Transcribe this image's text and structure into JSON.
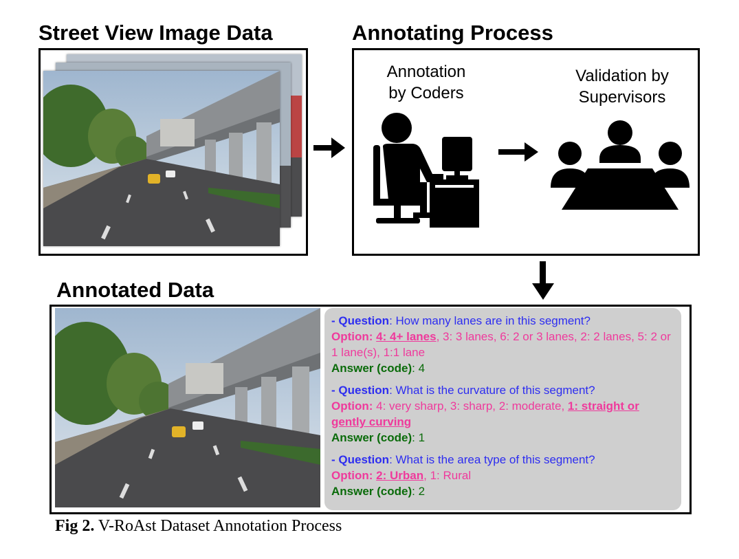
{
  "titles": {
    "street_view": "Street View Image Data",
    "annotating": "Annotating Process",
    "annotated": "Annotated Data"
  },
  "process": {
    "coders_label_line1": "Annotation",
    "coders_label_line2": "by Coders",
    "validation_label_line1": "Validation by",
    "validation_label_line2": "Supervisors"
  },
  "qa": [
    {
      "question_prefix": "- Question",
      "question_text": ": How many lanes are in this segment?",
      "option_prefix": "Option: ",
      "option_selected": "4: 4+ lanes",
      "option_rest": ", 3: 3 lanes,   6: 2 or 3 lanes, 2: 2 lanes, 5: 2 or 1 lane(s), 1:1 lane",
      "answer_prefix": "Answer (code)",
      "answer_value": ": 4"
    },
    {
      "question_prefix": "- Question",
      "question_text": ": What is the curvature of this segment?",
      "option_prefix": "Option: ",
      "option_before": "4: very sharp, 3: sharp,   2: moderate, ",
      "option_selected": "1: straight or   gently curving",
      "answer_prefix": "Answer (code)",
      "answer_value": ": 1"
    },
    {
      "question_prefix": "- Question",
      "question_text": ": What is the area type of this segment?",
      "option_prefix": "Option: ",
      "option_selected": "2: Urban",
      "option_rest": ", 1: Rural",
      "answer_prefix": "Answer (code)",
      "answer_value": ": 2"
    }
  ],
  "caption": {
    "label": "Fig 2.",
    "text": " V-RoAst Dataset Annotation Process"
  },
  "colors": {
    "question": "#2d2df0",
    "option": "#ef3a9c",
    "answer": "#0a6b0a",
    "panel": "#cfcfcf"
  },
  "icons": [
    "street-photo-icon",
    "right-arrow-icon",
    "coder-at-desk-icon",
    "supervisors-meeting-icon",
    "down-arrow-icon"
  ]
}
